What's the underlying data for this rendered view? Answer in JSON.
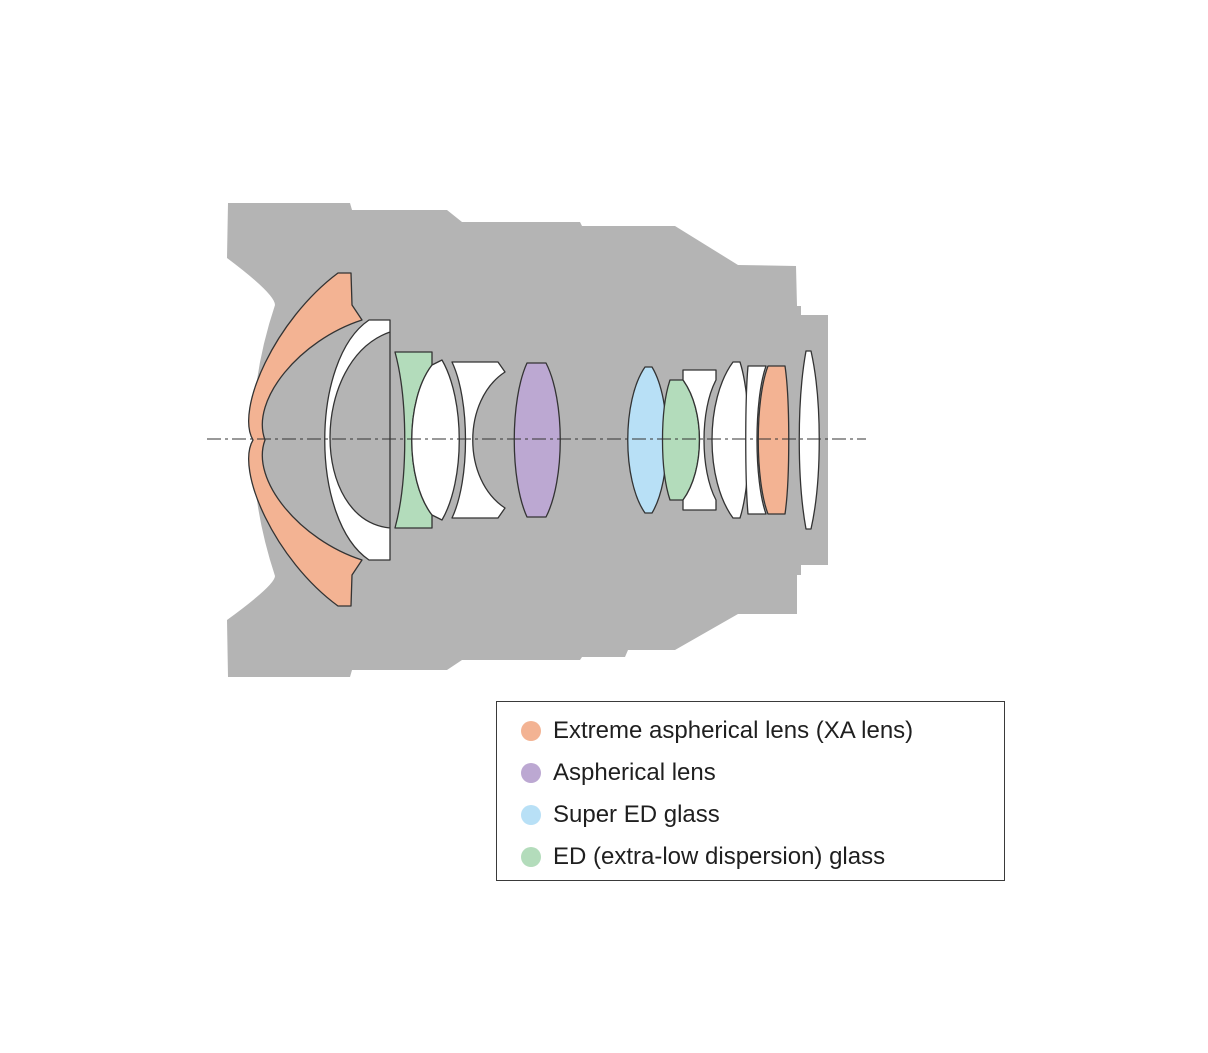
{
  "colors": {
    "barrel": "#b4b4b4",
    "outline": "#333333",
    "plain_glass": "#ffffff",
    "xa_lens": "#f3b393",
    "aspherical": "#bca8d2",
    "super_ed": "#b8e0f6",
    "ed": "#b3dcbb"
  },
  "legend": {
    "items": [
      {
        "label": "Extreme aspherical lens (XA lens)",
        "color": "#f3b393"
      },
      {
        "label": "Aspherical lens",
        "color": "#bca8d2"
      },
      {
        "label": "Super ED glass",
        "color": "#b8e0f6"
      },
      {
        "label": "ED (extra-low dispersion) glass",
        "color": "#b3dcbb"
      }
    ]
  }
}
